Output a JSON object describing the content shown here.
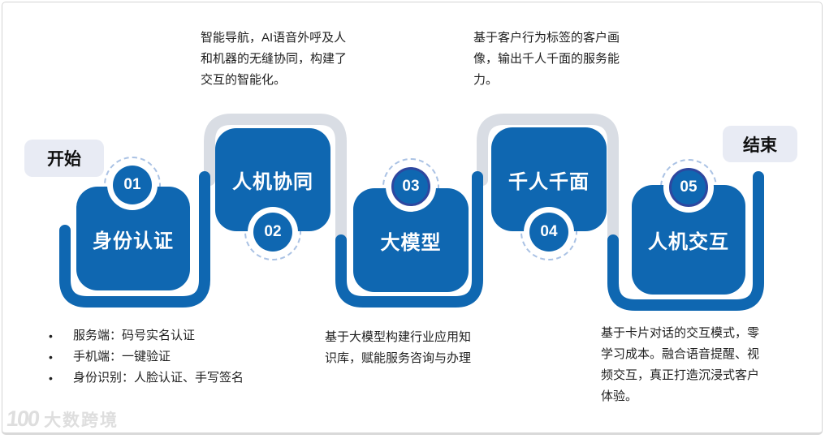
{
  "colors": {
    "primary_blue": "#0f67b1",
    "track_gray": "#d9dde4",
    "label_bg": "#e8ebf4",
    "badge_ring_navy": "#2e479f",
    "dashed_ring": "#aac2e4",
    "text_dark": "#1f1f1f"
  },
  "start_label": "开始",
  "end_label": "结束",
  "steps": [
    {
      "number": "01",
      "title": "身份认证"
    },
    {
      "number": "02",
      "title": "人机协同"
    },
    {
      "number": "03",
      "title": "大模型"
    },
    {
      "number": "04",
      "title": "千人千面"
    },
    {
      "number": "05",
      "title": "人机交互"
    }
  ],
  "annotations": {
    "top_left": {
      "lines": [
        "智能导航，AI语音外呼及人",
        "和机器的无缝协同，构建了",
        "交互的智能化。"
      ]
    },
    "top_right": {
      "lines": [
        "基于客户行为标签的客户画",
        "像，输出千人千面的服务能",
        "力。"
      ]
    },
    "bottom_left": {
      "bullets": [
        "服务端：码号实名认证",
        "手机端：一键验证",
        "身份识别：人脸认证、手写签名"
      ]
    },
    "bottom_middle": {
      "lines": [
        "基于大模型构建行业应用知",
        "识库，赋能服务咨询与办理"
      ]
    },
    "bottom_right": {
      "lines": [
        "基于卡片对话的交互模式，零",
        "学习成本。融合语音提醒、视",
        "频交互，真正打造沉浸式客户",
        "体验。"
      ]
    }
  },
  "watermark": {
    "logo": "100",
    "brand": "大数跨境"
  }
}
